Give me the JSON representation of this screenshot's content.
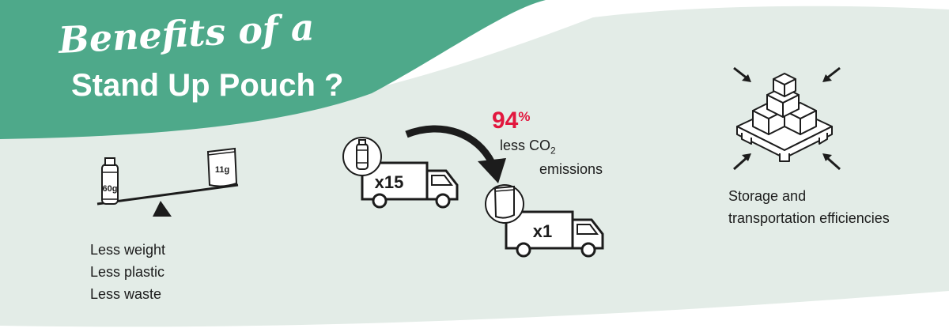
{
  "header": {
    "script_title": "Benefits of a",
    "main_title": "Stand Up Pouch ?"
  },
  "weight": {
    "bottle_label": "60g",
    "pouch_label": "11g",
    "benefits": [
      "Less weight",
      "Less plastic",
      "Less waste"
    ]
  },
  "transport": {
    "bottle_trucks": "x15",
    "pouch_trucks": "x1",
    "percent_value": "94",
    "percent_sign": "%",
    "less_co": "less CO",
    "co2_subscript": "2",
    "emissions": "emissions"
  },
  "storage": {
    "caption_line1": "Storage and",
    "caption_line2": "transportation efficiencies"
  },
  "colors": {
    "green": "#4ea98a",
    "mint": "#e3ece7",
    "red": "#e2173e",
    "ink": "#1c1c1c"
  },
  "icons": [
    "bottle-icon",
    "pouch-icon",
    "seesaw-icon",
    "truck-icon",
    "curved-arrow-icon",
    "pallet-boxes-icon",
    "compress-arrow-icon"
  ]
}
